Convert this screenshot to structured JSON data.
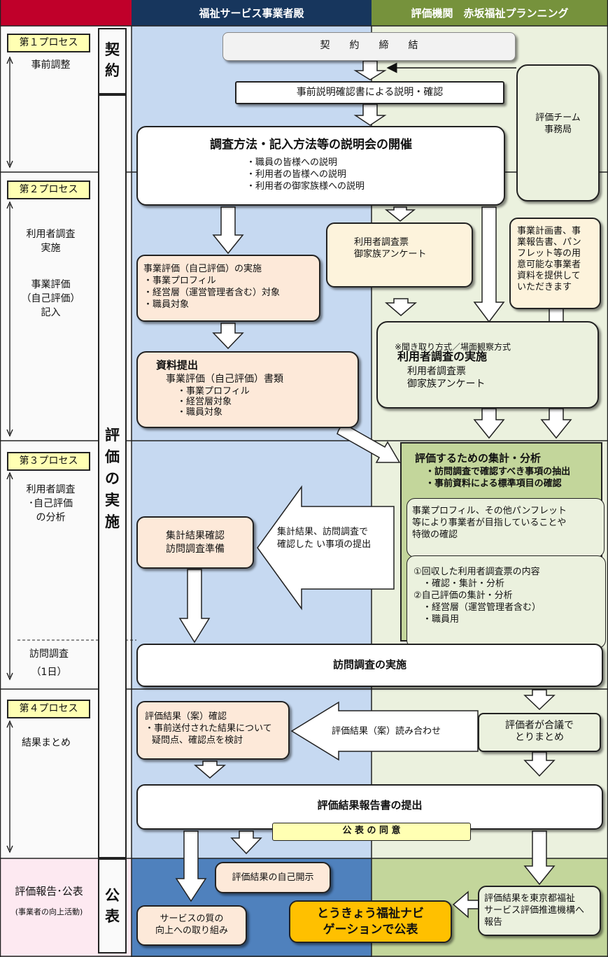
{
  "header": {
    "left_title": "福祉サービス事業者殿",
    "right_title": "評価機関　赤坂福祉プランニング"
  },
  "left_column": {
    "sections": [
      {
        "tag": "第１プロセス",
        "text": [
          "事前調整"
        ]
      },
      {
        "tag": "第２プロセス",
        "text": [
          "利用者調査",
          "実施",
          "",
          "事業評価",
          "（自己評価）",
          "記入"
        ]
      },
      {
        "tag": "第３プロセス",
        "text": [
          "利用者調査",
          "･自己評価",
          "の分析"
        ]
      },
      {
        "tag": "第４プロセス",
        "text": [
          "結果まとめ"
        ]
      },
      {
        "tag": "",
        "text": [
          "評価報告･公表",
          "(事業者の向上活動)"
        ]
      }
    ],
    "visit": {
      "label": "訪問調査",
      "days": "（1日）"
    }
  },
  "stage_column": {
    "contract": "契約",
    "implementation": "評価の実施",
    "publication": "公表"
  },
  "boxes": {
    "contract": "契　　約　　締　　結",
    "pre_explanation": "事前説明確認書による説明・確認",
    "team": [
      "評価チーム",
      "",
      "事務局"
    ],
    "briefing_title": "調査方法・記入方法等の説明会の開催",
    "briefing_items": [
      "・職員の皆様への説明",
      "・利用者の皆様への説明",
      "・利用者の御家族様への説明"
    ],
    "survey_forms": [
      "利用者調査票",
      "",
      "御家族アンケート"
    ],
    "materials_request": [
      "事業計画書、事",
      "業報告書、パン",
      "フレット等の用",
      "意可能な事業者",
      "資料を提供して",
      "いただきます"
    ],
    "self_eval_title": "事業評価（自己評価）の実施",
    "self_eval_items": [
      "・事業プロフィル",
      "・経営層（運営管理者含む）対象",
      "・職員対象"
    ],
    "user_survey_note": "※聞き取り方式／場面観察方式",
    "user_survey_title": "利用者調査の実施",
    "user_survey_items": [
      "利用者調査票",
      "御家族アンケート"
    ],
    "submission_title": "資料提出",
    "submission_sub": "事業評価（自己評価）書類",
    "submission_items": [
      "・事業プロフィル",
      "・経営層対象",
      "・職員対象"
    ],
    "analysis_title": "評価するための集計・分析",
    "analysis_items": [
      "・訪問調査で確認すべき事項の抽出",
      "・事前資料による標準項目の確認"
    ],
    "analysis_profile": [
      "事業プロフィル、その他パンフレット",
      "等により事業者が目指していることや",
      "特徴の確認"
    ],
    "analysis_survey": [
      "①回収した利用者調査票の内容",
      "　・確認・集計・分析",
      "②自己評価の集計・分析",
      "　・経営層（運営管理者含む）",
      "　・職員用"
    ],
    "tally_confirm": [
      "集計結果確認",
      "訪問調査準備"
    ],
    "big_arrow_text": [
      "集計結果、訪問調査で",
      "確認した い事項の提出"
    ],
    "visit_implementation": "訪問調査の実施",
    "result_check_title": "評価結果（案）確認",
    "result_check_items": [
      "・事前送付された結果について",
      "疑問点、確認点を検討"
    ],
    "read_through": "評価結果（案）読み合わせ",
    "consensus": [
      "評価者が合議で",
      "とりまとめ"
    ],
    "report_submit": "評価結果報告書の提出",
    "publication_consent": "公 表 の 同 意",
    "self_disclosure": "評価結果の自己開示",
    "service_improve": [
      "サービスの質の",
      "向上への取り組み"
    ],
    "navi": [
      "とうきょう福祉ナビ",
      "ゲーションで公表"
    ],
    "report_to_org": [
      "評価結果を東京都福祉",
      "サービス評価推進機構へ",
      "報告"
    ]
  },
  "colors": {
    "header_red": "#c0002a",
    "header_blue": "#17365d",
    "header_green": "#76923c",
    "left_bg": "#c6d9f1",
    "right_bg": "#ebf1de",
    "pub_blue": "#4f81bd",
    "pub_green": "#c3d69b",
    "pub_pink": "#fde9f1",
    "box_peach": "#fde9d9",
    "box_cream": "#fdf3dc",
    "box_mint": "#ebf1de",
    "analysis_green": "#c3d69b",
    "navi_orange": "#ffc000",
    "tag_yellow": "#ffffb3"
  }
}
